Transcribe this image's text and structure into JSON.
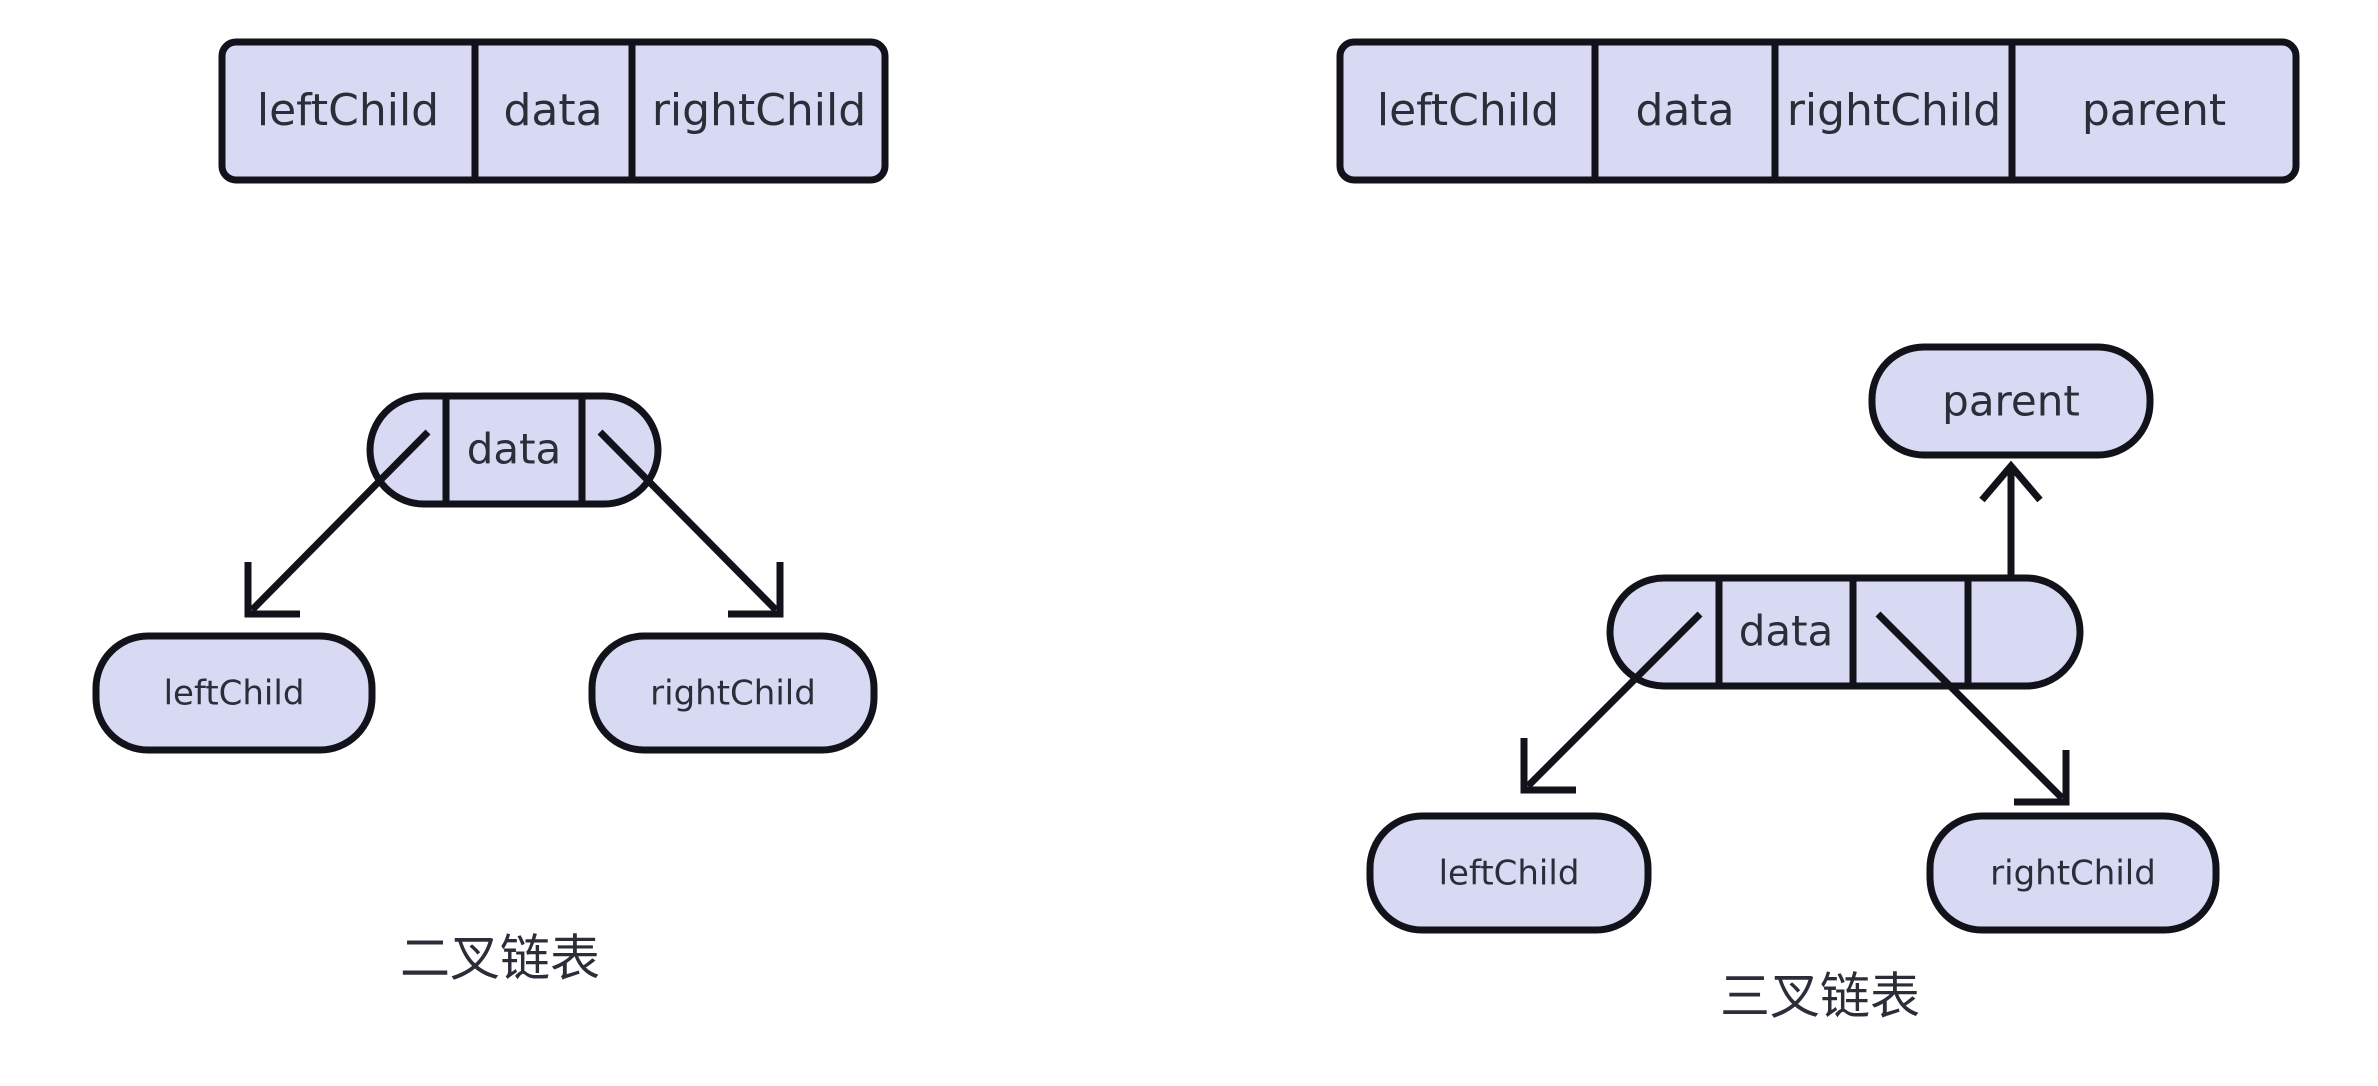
{
  "diagram": {
    "background_color": "#ffffff",
    "node_fill_color": "#d7daf2",
    "stroke_color": "#12131a",
    "text_color": "#2b2e38",
    "panels": [
      {
        "id": "binary-linked-list",
        "caption": "二叉链表",
        "struct_cells": [
          "leftChild",
          "data",
          "rightChild"
        ],
        "root": {
          "cells": [
            "",
            "data",
            ""
          ],
          "data_label": "data"
        },
        "children": [
          {
            "label": "leftChild"
          },
          {
            "label": "rightChild"
          }
        ]
      },
      {
        "id": "trinary-linked-list",
        "caption": "三叉链表",
        "struct_cells": [
          "leftChild",
          "data",
          "rightChild",
          "parent"
        ],
        "root": {
          "cells": [
            "",
            "data",
            "",
            ""
          ],
          "data_label": "data"
        },
        "parent": {
          "label": "parent"
        },
        "children": [
          {
            "label": "leftChild"
          },
          {
            "label": "rightChild"
          }
        ]
      }
    ]
  }
}
